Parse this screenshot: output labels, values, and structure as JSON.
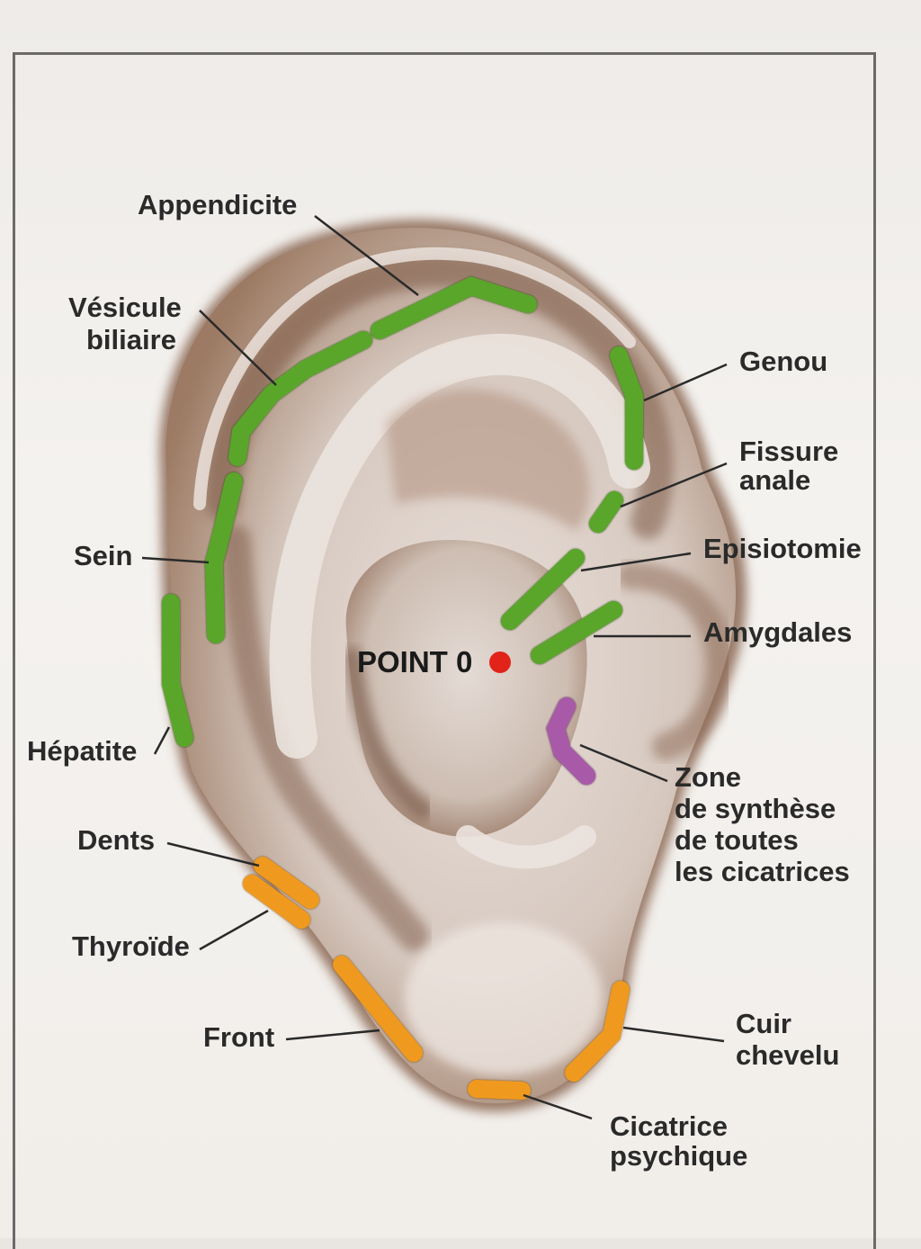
{
  "colors": {
    "green": "#5aa62a",
    "orange": "#ef9a1f",
    "purple": "#a85aa8",
    "red": "#e2231a",
    "leader": "#2a2a2a",
    "ear_light": "#d7ccc4",
    "ear_dark": "#7b5a45"
  },
  "labels": {
    "appendicite": "Appendicite",
    "vesicule_1": "Vésicule",
    "vesicule_2": "biliaire",
    "genou": "Genou",
    "fissure_1": "Fissure",
    "fissure_2": "anale",
    "sein": "Sein",
    "episiotomie": "Episiotomie",
    "amygdales": "Amygdales",
    "point_o": "POINT 0",
    "hepatite": "Hépatite",
    "zone_1": "Zone",
    "zone_2": "de synthèse",
    "zone_3": "de toutes",
    "zone_4": "les cicatrices",
    "dents": "Dents",
    "thyroide": "Thyroïde",
    "front": "Front",
    "cuir_1": "Cuir",
    "cuir_2": "chevelu",
    "cicatrice_1": "Cicatrice",
    "cicatrice_2": "psychique"
  }
}
